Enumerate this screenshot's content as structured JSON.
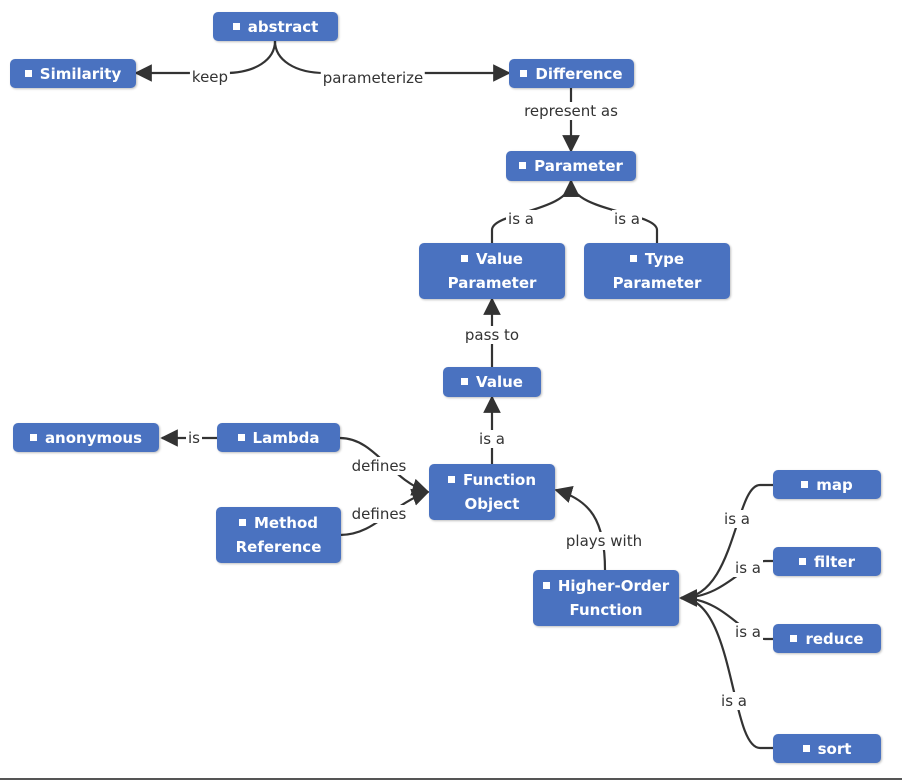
{
  "nodes": {
    "abstract": "abstract",
    "similarity": "Similarity",
    "difference": "Difference",
    "parameter": "Parameter",
    "value_parameter": [
      "Value",
      "Parameter"
    ],
    "type_parameter": [
      "Type",
      "Parameter"
    ],
    "value": "Value",
    "anonymous": "anonymous",
    "lambda": "Lambda",
    "function_object": [
      "Function",
      "Object"
    ],
    "method_reference": [
      "Method",
      "Reference"
    ],
    "higher_order_function": [
      "Higher-Order",
      "Function"
    ],
    "map": "map",
    "filter": "filter",
    "reduce": "reduce",
    "sort": "sort"
  },
  "edge_labels": {
    "keep": "keep",
    "parameterize": "parameterize",
    "represent_as": "represent as",
    "is_a_value_param": "is a",
    "is_a_type_param": "is a",
    "pass_to": "pass to",
    "is_a_function_object": "is a",
    "is_lambda": "is",
    "defines_lambda": "defines",
    "defines_method_reference": "defines",
    "plays_with": "plays with",
    "is_a_map": "is a",
    "is_a_filter": "is a",
    "is_a_reduce": "is a",
    "is_a_sort": "is a"
  },
  "colors": {
    "node": "#4a72c0",
    "edge": "#333333"
  }
}
